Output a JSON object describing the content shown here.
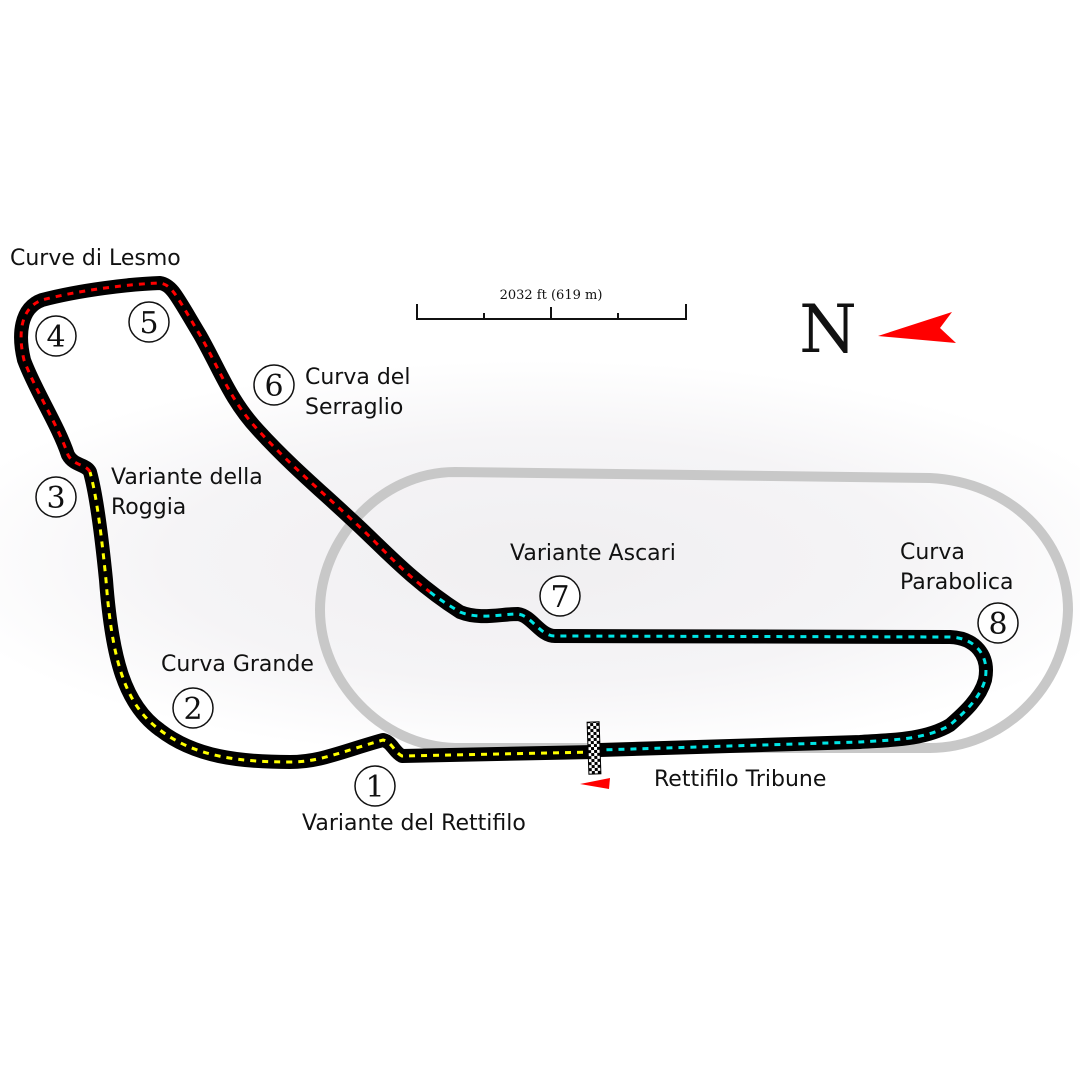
{
  "title": "Autodromo Nazionale Monza",
  "scale": {
    "label": "2032 ft (619 m)"
  },
  "north": {
    "label": "N"
  },
  "corners": [
    {
      "number": "1",
      "name": "Variante del Rettifilo"
    },
    {
      "number": "2",
      "name": "Curva Grande"
    },
    {
      "number": "3",
      "name_line1": "Variante della",
      "name_line2": "Roggia"
    },
    {
      "number": "4",
      "name": "Curve di Lesmo"
    },
    {
      "number": "5"
    },
    {
      "number": "6",
      "name_line1": "Curva del",
      "name_line2": "Serraglio"
    },
    {
      "number": "7",
      "name": "Variante Ascari"
    },
    {
      "number": "8",
      "name_line1": "Curva",
      "name_line2": "Parabolica"
    }
  ],
  "straight": {
    "name": "Rettifilo Tribune"
  },
  "colors": {
    "track": "#000000",
    "sector1": "#ffff00",
    "sector2": "#ff0000",
    "sector3": "#00e5e5",
    "oval": "#c8c8c8",
    "arrow": "#ff0000"
  }
}
